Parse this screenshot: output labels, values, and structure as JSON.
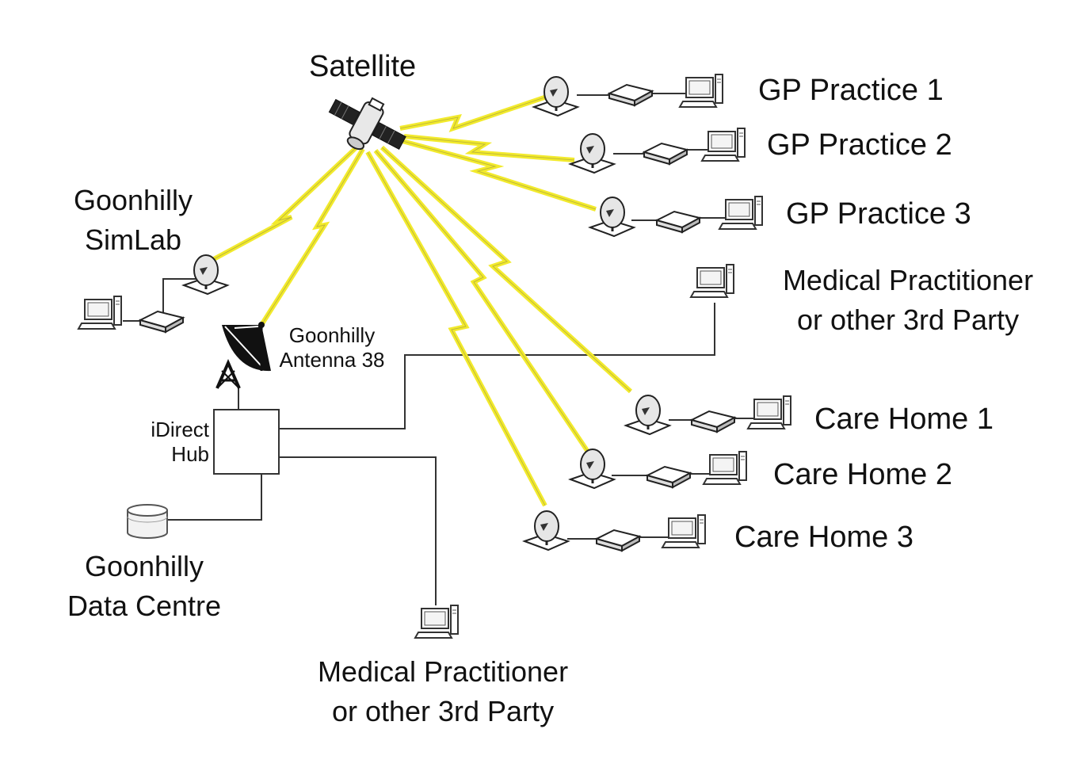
{
  "nodes": {
    "satellite": "Satellite",
    "simlab": [
      "Goonhilly",
      "SimLab"
    ],
    "antenna": [
      "Goonhilly",
      "Antenna 38"
    ],
    "hub": [
      "iDirect",
      "Hub"
    ],
    "data_centre": [
      "Goonhilly",
      "Data Centre"
    ],
    "gp_practices": [
      "GP Practice 1",
      "GP Practice 2",
      "GP Practice 3"
    ],
    "care_homes": [
      "Care Home 1",
      "Care Home 2",
      "Care Home 3"
    ],
    "third_party_right": [
      "Medical Practitioner",
      "or other 3rd Party"
    ],
    "third_party_bottom": [
      "Medical Practitioner",
      "or other 3rd Party"
    ]
  },
  "colors": {
    "radio_link": "#f2ea2c",
    "line": "#333333",
    "antenna": "#111111"
  },
  "icons": [
    "satellite-icon",
    "satellite-dish-icon",
    "modem-icon",
    "computer-icon",
    "ground-station-antenna-icon",
    "database-icon"
  ]
}
